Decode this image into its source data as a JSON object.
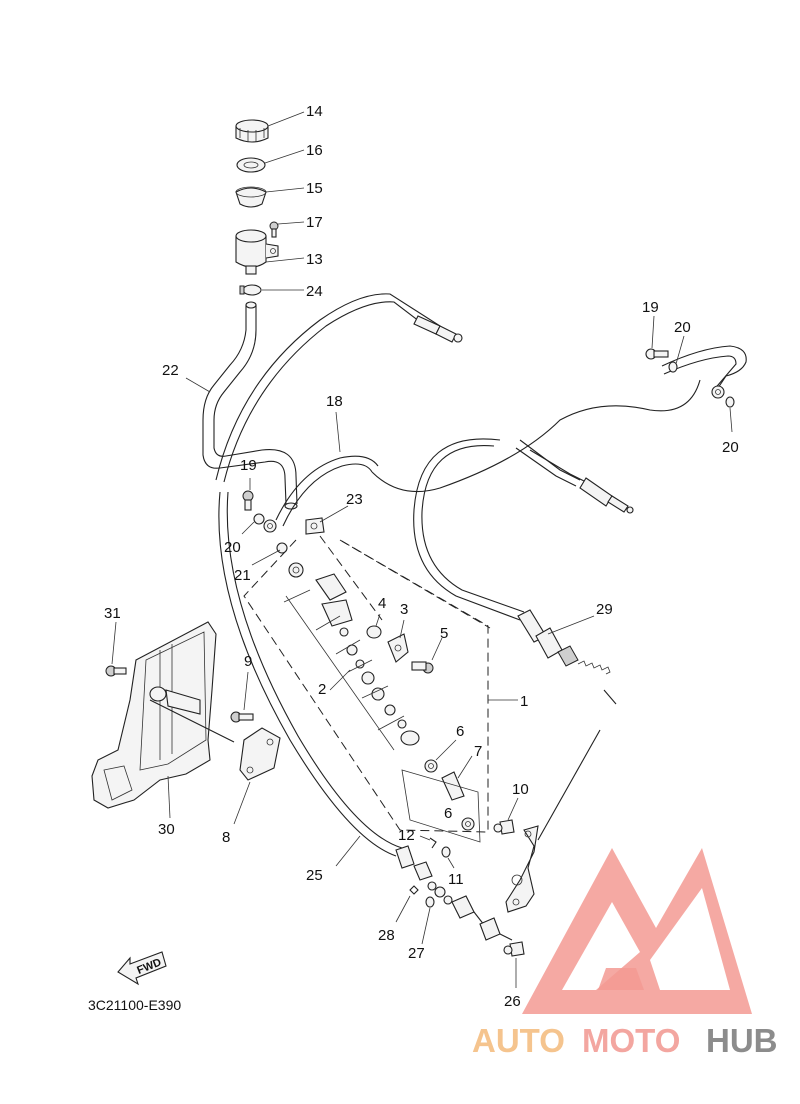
{
  "diagram": {
    "code": "3C21100-E390",
    "fwd_label": "FWD",
    "callouts": [
      "1",
      "2",
      "3",
      "4",
      "5",
      "6",
      "6",
      "7",
      "8",
      "9",
      "10",
      "11",
      "12",
      "13",
      "14",
      "15",
      "16",
      "17",
      "18",
      "19",
      "19",
      "20",
      "20",
      "20",
      "21",
      "22",
      "23",
      "24",
      "25",
      "26",
      "27",
      "28",
      "29",
      "30",
      "31"
    ]
  },
  "watermark": {
    "part1": "AUTO",
    "part2": "MOTO",
    "part3": "HUB",
    "colors": {
      "auto": "#f5c48e",
      "moto": "#f3a6a0",
      "hub": "#8c8c8c",
      "logo": "#f39a93"
    }
  }
}
